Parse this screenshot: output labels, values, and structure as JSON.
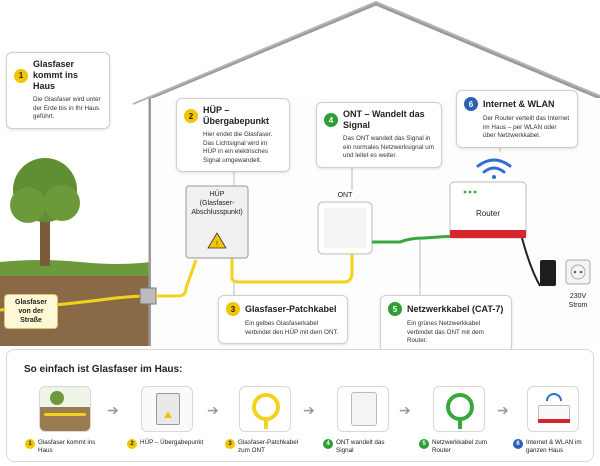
{
  "callouts": [
    {
      "num": "1",
      "title": "Glasfaser kommt ins Haus",
      "desc": "Die Glasfaser wird unter der Erde bis in Ihr Haus geführt."
    },
    {
      "num": "2",
      "title": "HÜP – Übergabepunkt",
      "desc": "Hier endet die Glasfaser. Das Lichtsignal wird im HÜP in ein elektrisches Signal umgewandelt."
    },
    {
      "num": "3",
      "title": "Glasfaser-Patchkabel",
      "desc": "Ein gelbes Glasfaserkabel verbindet den HÜP mit dem ONT."
    },
    {
      "num": "4",
      "title": "ONT – Wandelt das Signal",
      "desc": "Das ONT wandelt das Signal in ein normales Netzwerksignal um und leitet es weiter."
    },
    {
      "num": "5",
      "title": "Netzwerkkabel (CAT-7)",
      "desc": "Ein grünes Netzwerkkabel verbindet das ONT mit dem Router."
    },
    {
      "num": "6",
      "title": "Internet & WLAN",
      "desc": "Der Router verteilt das Internet im Haus – per WLAN oder über Netzwerkkabel."
    }
  ],
  "devices": {
    "huep_label": "HÜP\n(Glasfaser-\nAbschlusspunkt)",
    "ont_label": "ONT",
    "router_label": "Router",
    "street_label": "Glasfaser\nvon der Straße",
    "power_label": "230V\nStrom"
  },
  "bottom": {
    "title": "So einfach ist Glasfaser im Haus:",
    "steps": [
      {
        "num": "1",
        "label": "Glasfaser kommt ins Haus",
        "icon": "ground-fiber-icon"
      },
      {
        "num": "2",
        "label": "HÜP – Übergabepunkt",
        "icon": "huep-box-icon"
      },
      {
        "num": "3",
        "label": "Glasfaser-Patchkabel zum ONT",
        "icon": "yellow-cable-icon"
      },
      {
        "num": "4",
        "label": "ONT wandelt das Signal",
        "icon": "ont-device-icon"
      },
      {
        "num": "5",
        "label": "Netzwerkkabel zum Router",
        "icon": "green-cable-icon"
      },
      {
        "num": "6",
        "label": "Internet & WLAN im ganzen Haus",
        "icon": "router-wifi-icon"
      }
    ]
  },
  "colors": {
    "fiber": "#f2d21b",
    "network": "#3aa640",
    "router_red": "#d9262c",
    "wifi_blue": "#2c6fd1",
    "grass": "#6c9a3a",
    "soil": "#7a5a3a"
  }
}
